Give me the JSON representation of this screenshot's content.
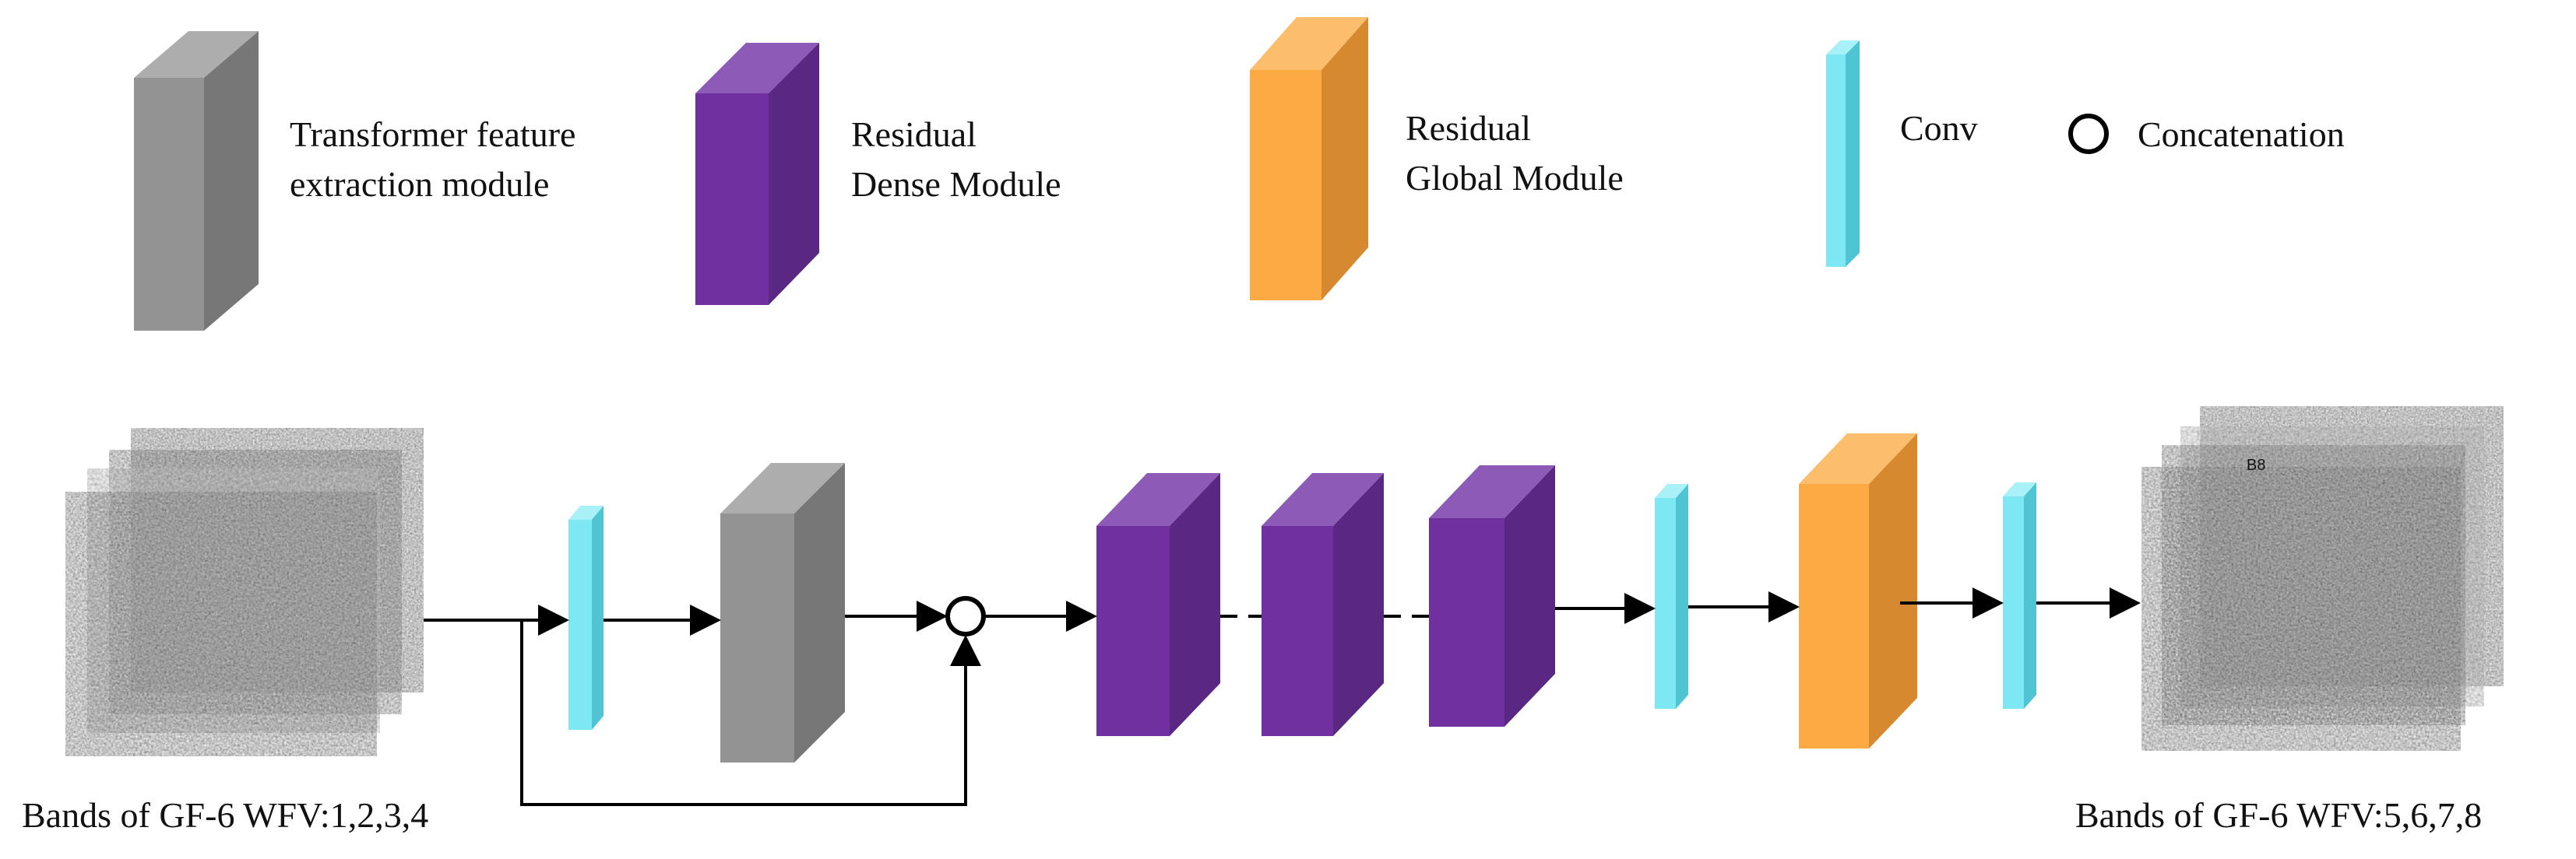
{
  "legend": {
    "transformer": {
      "line1": "Transformer feature",
      "line2": "extraction module"
    },
    "rdm": {
      "line1": "Residual",
      "line2": "Dense Module"
    },
    "rgm": {
      "line1": "Residual",
      "line2": "Global Module"
    },
    "conv": {
      "label": "Conv"
    },
    "concat": {
      "label": "Concatenation"
    }
  },
  "input": {
    "caption": "Bands of GF-6  WFV:1,2,3,4"
  },
  "output": {
    "caption": "Bands of GF-6  WFV:5,6,7,8",
    "stack_label": "B8"
  },
  "colors": {
    "transformer_front": "#939393",
    "transformer_side": "#777777",
    "transformer_top": "#adadad",
    "rdm_front": "#7130a0",
    "rdm_side": "#5a2882",
    "rdm_top": "#8d5bb7",
    "rgm_front": "#fbaa44",
    "rgm_side": "#d6892f",
    "rgm_top": "#fcbd6c",
    "conv_front": "#7de8f4",
    "conv_side": "#4fc4d3",
    "conv_top": "#a9f1f8",
    "image_dark": "#3a3a3a",
    "arrow": "#000000"
  }
}
